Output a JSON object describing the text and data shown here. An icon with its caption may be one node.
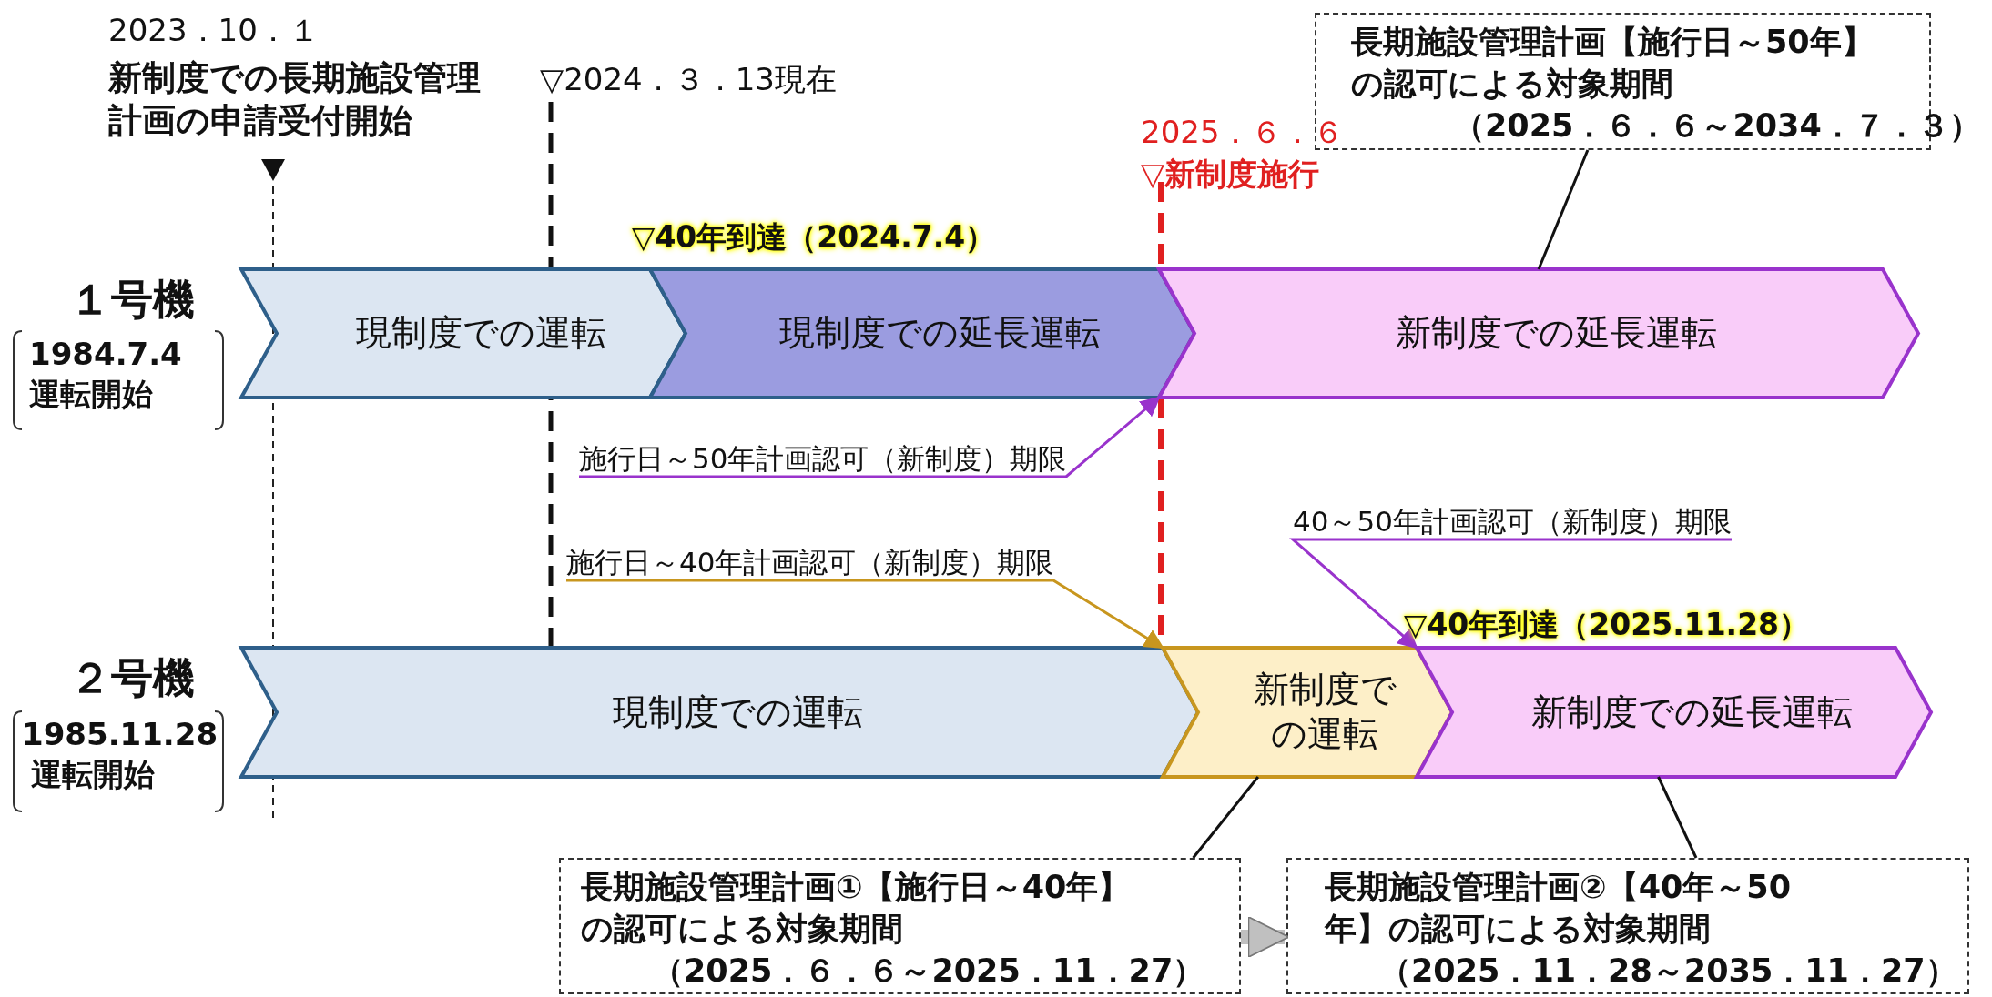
{
  "diagram": {
    "nodes": [
      {
        "text": [
          "長期施設管理計画【施行日～50年】の認可による対象期間",
          "（2025．６．６～2034．７．３）"
        ]
      },
      {
        "text": [
          "現制度での運転"
        ]
      },
      {
        "text": [
          "現制度での延長運転"
        ]
      },
      {
        "text": [
          "新制度での延長運転"
        ]
      },
      {
        "text": [
          "施行日～50年計画認可（新制度）期限"
        ]
      },
      {
        "text": [
          "施行日～40年計画認可（新制度）期限"
        ]
      },
      {
        "text": [
          "40～50年計画認可（新制度）期限"
        ]
      },
      {
        "text": [
          "現制度での運転"
        ]
      },
      {
        "text": [
          "新制度での運転"
        ]
      },
      {
        "text": [
          "新制度での延長運転"
        ]
      },
      {
        "text": [
          "長期施設管理計画①【施行日～40年】の認可による対象期間",
          "（2025．６．６～2025．11．27）"
        ]
      },
      {
        "text": [
          "長期施設管理計画②【40年～50年】の認可による対象期間",
          "（2025．11．28～2035．11．27）"
        ]
      }
    ],
    "edges": [
      {
        "from": 4,
        "to": 3,
        "arrow": "to",
        "color": "#9933cc"
      },
      {
        "from": 5,
        "to": 8,
        "arrow": "to",
        "color": "#c8961e"
      },
      {
        "from": 6,
        "to": 9,
        "arrow": "to",
        "color": "#9933cc"
      },
      {
        "from": 0,
        "to": 3,
        "arrow": "none"
      },
      {
        "from": 10,
        "to": 8,
        "arrow": "none"
      },
      {
        "from": 11,
        "to": 9,
        "arrow": "none"
      },
      {
        "from": 10,
        "to": 11,
        "arrow": "to",
        "style": "thick",
        "color": "#c0c0c0"
      }
    ],
    "labels": [
      "2023．10．１",
      "新制度での長期施設管理計画の申請受付開始",
      "▽2024．３．13現在",
      "2025．６．６",
      "▽新制度施行",
      "▽40年到達（2024.7.4）",
      "１号機",
      "1984.7.4 運転開始",
      "２号機",
      "1985.11.28 運転開始",
      "▽40年到達（2025.11.28）"
    ]
  }
}
